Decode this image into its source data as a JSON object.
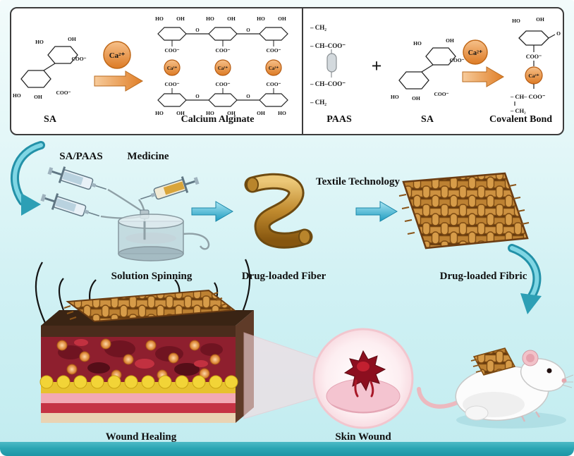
{
  "panel": {
    "left": {
      "sa_label": "SA",
      "product_label": "Calcium Alginate",
      "ion": "Ca²⁺",
      "ions": [
        "Ca²⁺",
        "Ca²⁺",
        "Ca²⁺"
      ],
      "sa_struct": [
        "HO",
        "OH",
        "COO⁻",
        "HO",
        "OH",
        "COO⁻"
      ],
      "alg_top_oh": [
        "HO",
        "OH",
        "HO",
        "OH",
        "HO",
        "OH"
      ],
      "alg_top_o": [
        "O",
        "O"
      ],
      "alg_top_coo": [
        "COO⁻",
        "COO⁻",
        "COO⁻"
      ],
      "alg_bot_coo": [
        "COO⁻",
        "COO⁻",
        "COO⁻"
      ],
      "alg_bot_o": [
        "O",
        "O"
      ],
      "alg_bot_oh": [
        "HO",
        "OH",
        "HO",
        "OH",
        "OH",
        "HO"
      ]
    },
    "right": {
      "paas_label": "PAAS",
      "sa_label": "SA",
      "product_label": "Covalent Bond",
      "plus": "+",
      "ion": "Ca²⁺",
      "paas_chain": [
        "– CH₂",
        "– CH–COO⁻",
        "– CH–COO⁻",
        "– CH₂"
      ],
      "sa_struct": [
        "HO",
        "OH",
        "COO⁻",
        "HO",
        "OH",
        "COO⁻"
      ],
      "product": {
        "ho": "HO",
        "oh": "OH",
        "o": "O",
        "coo": "COO⁻",
        "ion": "Ca²⁺",
        "row1": "– CH– COO⁻",
        "row2": "– CH₂"
      }
    }
  },
  "process": {
    "sa_paas_label": "SA/PAAS",
    "medicine_label": "Medicine",
    "spinning_label": "Solution Spinning",
    "fiber_label": "Drug-loaded Fiber",
    "textile_label": "Textile Technology",
    "fabric_label": "Drug-loaded Fibric"
  },
  "outcome": {
    "wound_label": "Wound Healing",
    "skin_wound_label": "Skin Wound"
  },
  "colors": {
    "ion_orange": "#e07f28",
    "arrow_blue": "#2aa3c8",
    "fiber_gold": "#c08a2e",
    "footer_teal": "#2ca6b4"
  }
}
